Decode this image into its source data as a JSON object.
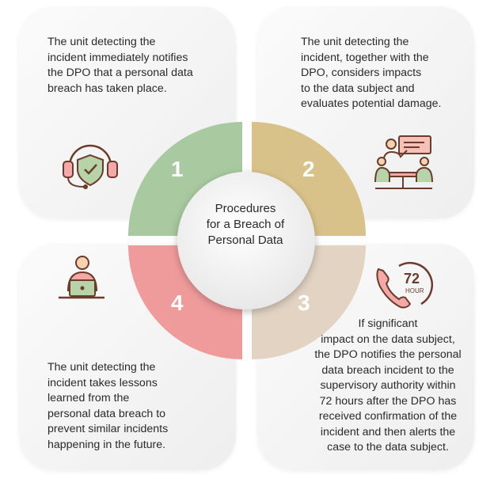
{
  "center": {
    "title": "Procedures\nfor a Breach of\nPersonal Data"
  },
  "steps": [
    {
      "number": "1",
      "text": "The unit detecting the\nincident immediately notifies\nthe DPO that a personal data\nbreach has taken place.",
      "icon": "headset-shield-icon",
      "color": "#a9c9a0"
    },
    {
      "number": "2",
      "text": "The unit detecting the\nincident, together with the\nDPO, considers impacts\nto the data subject and\nevaluates potential damage.",
      "icon": "meeting-presentation-icon",
      "color": "#d9c28a"
    },
    {
      "number": "3",
      "text": "If significant\nimpact on the data subject,\nthe DPO notifies the personal\ndata breach incident to the\nsupervisory authority within\n72 hours after the DPO has\nreceived confirmation of the\nincident and then alerts the\ncase to the data subject.",
      "icon": "phone-72-hour-icon",
      "color": "#e2d3c3"
    },
    {
      "number": "4",
      "text": "The unit detecting the\nincident takes lessons\nlearned from the\npersonal data breach to\nprevent similar incidents\nhappening in the future.",
      "icon": "person-laptop-icon",
      "color": "#f09b9b"
    }
  ],
  "icon_text": {
    "hours_value": "72",
    "hours_label": "HOUR"
  }
}
